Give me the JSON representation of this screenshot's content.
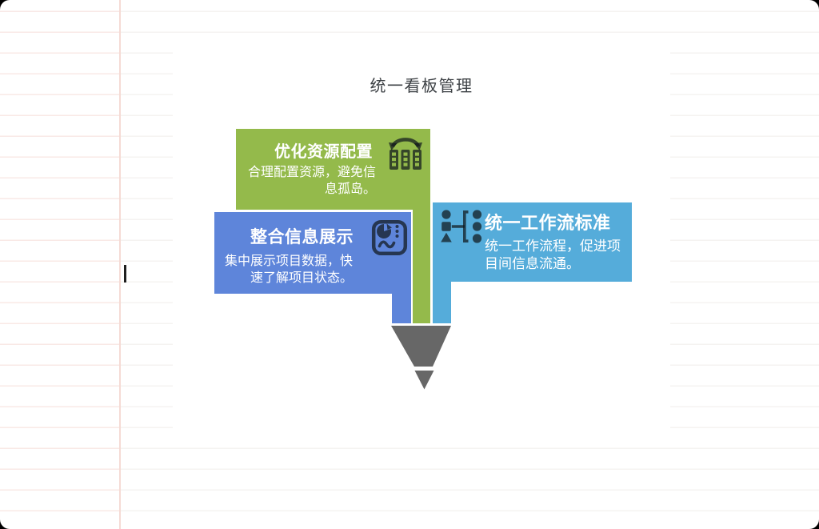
{
  "page": {
    "title": "统一看板管理",
    "background": "ruled-paper",
    "margin_line_color": "#f5dbd5",
    "canvas_color": "#ffffff"
  },
  "cards": {
    "optimize": {
      "title": "优化资源配置",
      "body_lines": [
        "合理配置资源，避免信",
        "息孤岛。"
      ],
      "color": "#94ba4b",
      "icon": "buildings-swap-icon"
    },
    "integrate": {
      "title": "整合信息展示",
      "body_lines": [
        "集中展示项目数据，快",
        "速了解项目状态。"
      ],
      "color": "#5e85da",
      "icon": "dashboard-icon"
    },
    "workflow": {
      "title": "统一工作流标准",
      "body_lines": [
        "统一工作流程，促进项",
        "目间信息流通。"
      ],
      "color": "#55acda",
      "icon": "workflow-icon"
    }
  },
  "pencil": {
    "color": "#676767"
  }
}
